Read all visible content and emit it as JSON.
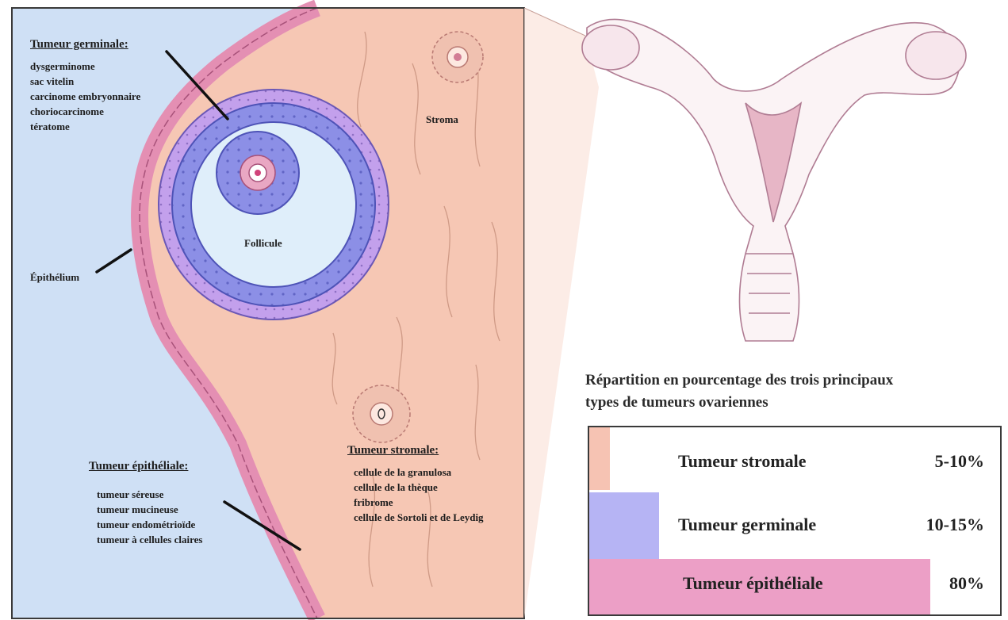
{
  "labels": {
    "germinal_title": "Tumeur germinale:",
    "germinal_items": [
      "dysgerminome",
      "sac vitelin",
      "carcinome embryonnaire",
      "choriocarcinome",
      "tératome"
    ],
    "stroma": "Stroma",
    "follicule": "Follicule",
    "epithelium": "Épithélium",
    "epithelial_title": "Tumeur épithéliale:",
    "epithelial_items": [
      "tumeur séreuse",
      "tumeur mucineuse",
      "tumeur endométrioïde",
      "tumeur à cellules claires"
    ],
    "stromal_title": "Tumeur stromale:",
    "stromal_items": [
      "cellule de la granulosa",
      "cellule de la thèque",
      "fribrome",
      "cellule de Sortoli et de Leydig"
    ]
  },
  "caption": {
    "line1": "Répartition en pourcentage des trois principaux",
    "line2": "types de tumeurs ovariennes"
  },
  "legend": [
    {
      "name": "Tumeur stromale",
      "percent": "5-10%",
      "color": "#f6c3b3",
      "fraction": 0.05
    },
    {
      "name": "Tumeur germinale",
      "percent": "10-15%",
      "color": "#b6b4f4",
      "fraction": 0.17
    },
    {
      "name": "Tumeur épithéliale",
      "percent": "80%",
      "color": "#ec9fc6",
      "fraction": 0.83
    }
  ],
  "colors": {
    "background_left": "#cfe0f5",
    "stroma": "#f6c7b4",
    "epithelium": "#e48fb3",
    "granulosa": "#8c8fe6",
    "theca": "#c3a0ec",
    "antrum": "#dfeefa",
    "uterus_line": "#b07c93"
  }
}
